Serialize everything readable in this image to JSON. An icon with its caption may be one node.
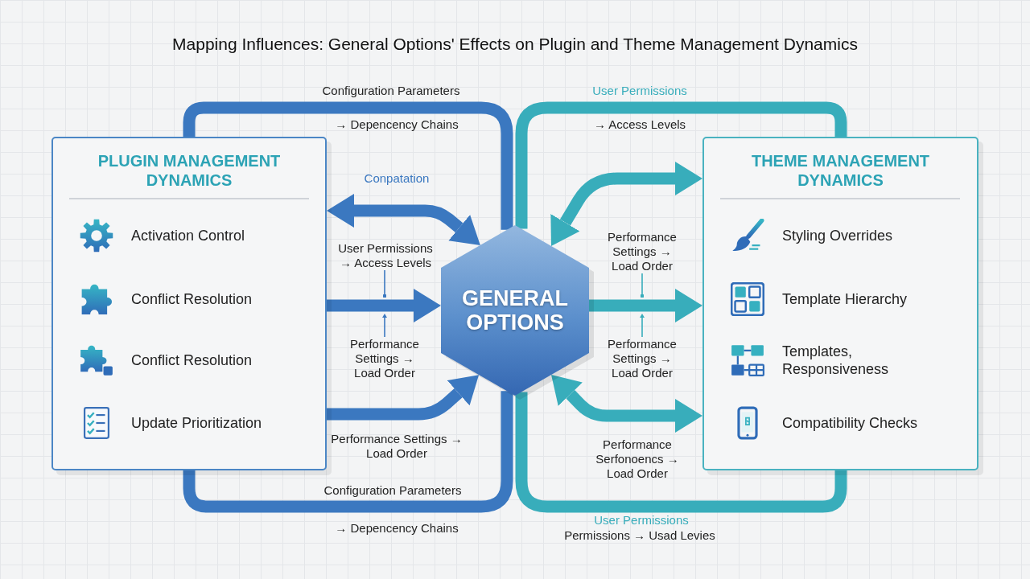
{
  "diagram": {
    "title": "Mapping Influences: General Options' Effects on Plugin and Theme Management Dynamics",
    "nodes": [
      {
        "text": [
          "PLUGIN MANAGEMENT DYNAMICS",
          "Activation Control",
          "Conflict Resolution",
          "Conflict Resolution",
          "Update Prioritization"
        ]
      },
      {
        "text": [
          "GENERAL OPTIONS"
        ]
      },
      {
        "text": [
          "THEME MANAGEMENT DYNAMICS",
          "Styling Overrides",
          "Template Hierarchy",
          "Templates, Responsiveness",
          "Compatibility Checks"
        ]
      },
      {
        "text": [
          "User Permissions → Access Levels"
        ]
      },
      {
        "text": [
          "Performance Settings → Load Order"
        ]
      },
      {
        "text": [
          "Performance Settings → Load Order"
        ]
      },
      {
        "text": [
          "Performance Settings → Load Order"
        ]
      }
    ],
    "edges": [
      {
        "from": 0,
        "to": 1,
        "arrow": "none",
        "label": "Configuration Parameters",
        "color": "#3b78c0"
      },
      {
        "from": 1,
        "to": 0,
        "arrow": "both",
        "label": "Conpatation",
        "color": "#3b78c0"
      },
      {
        "from": 0,
        "to": 1,
        "arrow": "to",
        "color": "#3b78c0"
      },
      {
        "from": 0,
        "to": 1,
        "arrow": "to",
        "label": "Performance Settings → Load Order",
        "color": "#3b78c0"
      },
      {
        "from": 0,
        "to": 1,
        "arrow": "none",
        "label": "Configuration Parameters",
        "color": "#3b78c0"
      },
      {
        "from": 1,
        "to": 2,
        "arrow": "none",
        "label": "User Permissions",
        "color": "#38adbb"
      },
      {
        "from": 1,
        "to": 2,
        "arrow": "both",
        "color": "#38adbb"
      },
      {
        "from": 1,
        "to": 2,
        "arrow": "to",
        "color": "#38adbb"
      },
      {
        "from": 1,
        "to": 2,
        "arrow": "both",
        "label": "Performance Serfonoencs → Load Order",
        "color": "#38adbb"
      },
      {
        "from": 1,
        "to": 2,
        "arrow": "none",
        "label": "User Permissions",
        "color": "#38adbb"
      },
      {
        "from": 3,
        "to": null,
        "arrow": "other",
        "color": "#3b78c0"
      },
      {
        "from": 4,
        "to": null,
        "arrow": "to",
        "color": "#3b78c0"
      },
      {
        "from": 5,
        "to": null,
        "arrow": "other",
        "color": "#38adbb"
      },
      {
        "from": 6,
        "to": null,
        "arrow": "to",
        "color": "#38adbb"
      }
    ],
    "labels": [
      "→ Depencency Chains",
      "→ Access Levels",
      "→ Depencency Chains",
      "Permissions → Usad Levies"
    ]
  }
}
